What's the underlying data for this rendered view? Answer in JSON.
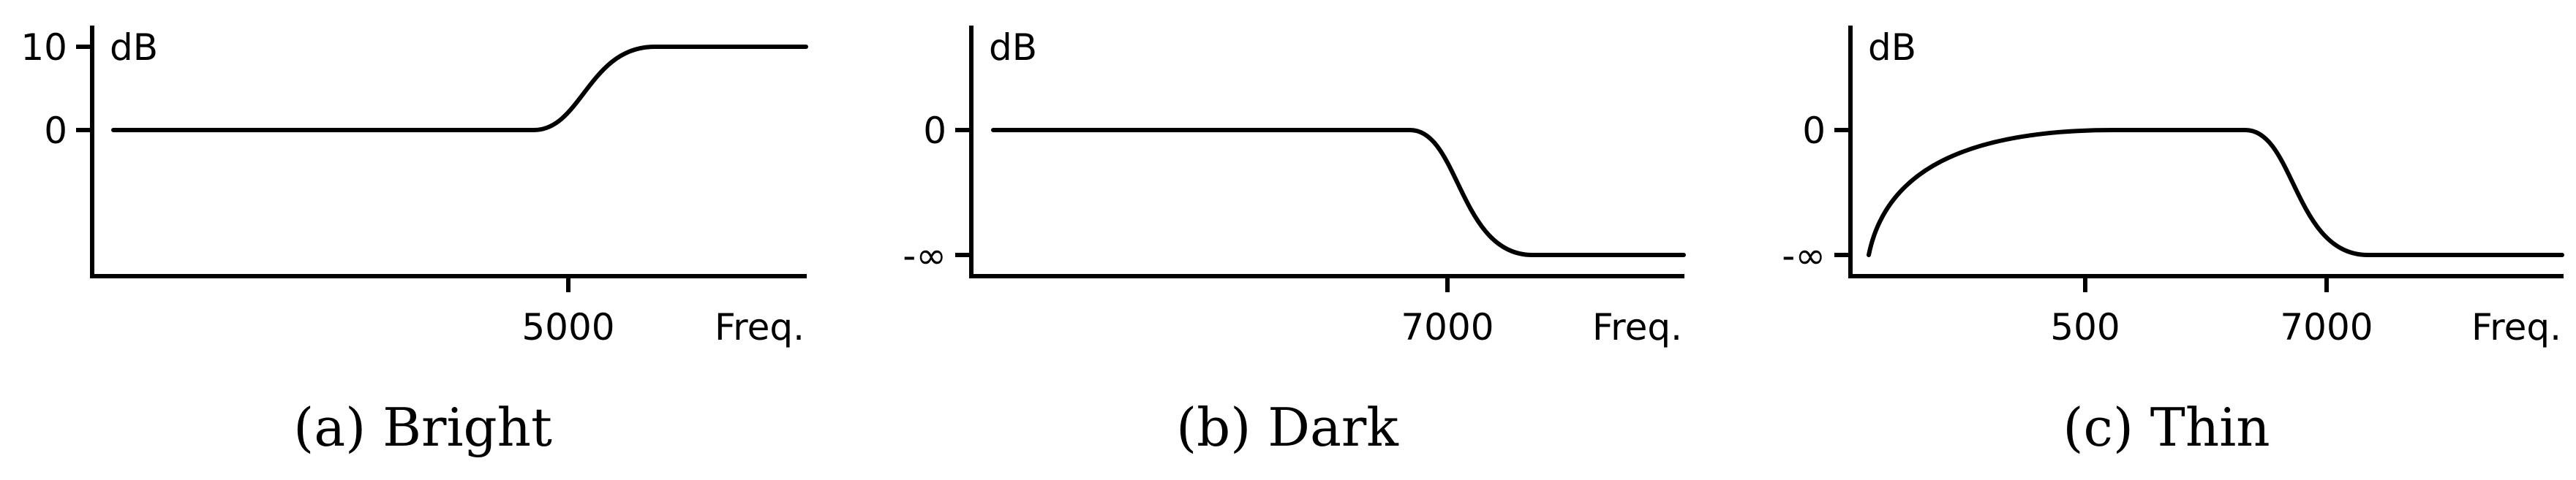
{
  "chart_data": [
    {
      "type": "line",
      "ylabel": "dB",
      "xlabel": "Freq.",
      "y_ticks": [
        "10",
        "0"
      ],
      "x_ticks": [
        "5000"
      ],
      "caption": {
        "letter": "a",
        "title": "Bright"
      },
      "shape": "high-shelf boost: flat at 0 dB, smooth rise to +10 dB just above 5000 Hz, flat at 10 dB"
    },
    {
      "type": "line",
      "ylabel": "dB",
      "xlabel": "Freq.",
      "y_ticks": [
        "0",
        "-∞"
      ],
      "x_ticks": [
        "7000"
      ],
      "caption": {
        "letter": "b",
        "title": "Dark"
      },
      "shape": "low-pass: flat at 0 dB, smooth drop to -∞ just above 7000 Hz, flat at -∞"
    },
    {
      "type": "line",
      "ylabel": "dB",
      "xlabel": "Freq.",
      "y_ticks": [
        "0",
        "-∞"
      ],
      "x_ticks": [
        "500",
        "7000"
      ],
      "caption": {
        "letter": "c",
        "title": "Thin"
      },
      "shape": "band-pass: rises from -∞ to 0 dB by about 500 Hz, flat at 0 dB, drops to -∞ just above 7000 Hz"
    }
  ]
}
